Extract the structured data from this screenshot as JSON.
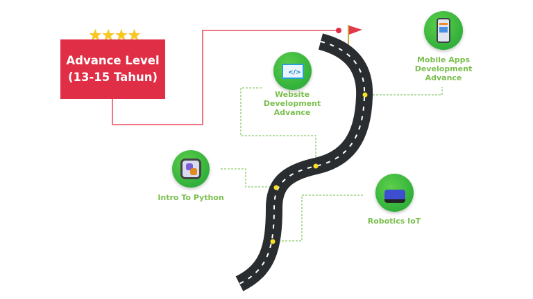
{
  "level": {
    "title": "Advance Level",
    "age": "(13-15 Tahun)",
    "stars": "★★★★",
    "star_count": 4
  },
  "courses": [
    {
      "name": "Intro To Python",
      "lines": [
        "Intro To Python"
      ],
      "icon": "python-icon"
    },
    {
      "name": "Website Development Advance",
      "lines": [
        "Website",
        "Development",
        "Advance"
      ],
      "icon": "monitor-code-icon"
    },
    {
      "name": "Robotics IoT",
      "lines": [
        "Robotics IoT"
      ],
      "icon": "robot-icon"
    },
    {
      "name": "Mobile Apps Development Advance",
      "lines": [
        "Mobile Apps",
        "Development",
        "Advance"
      ],
      "icon": "smartphone-icon"
    }
  ],
  "colors": {
    "accent_red": "#df2e45",
    "label_green": "#7bbf4e",
    "road": "#2a2d30",
    "dot_yellow": "#f7e12a"
  }
}
